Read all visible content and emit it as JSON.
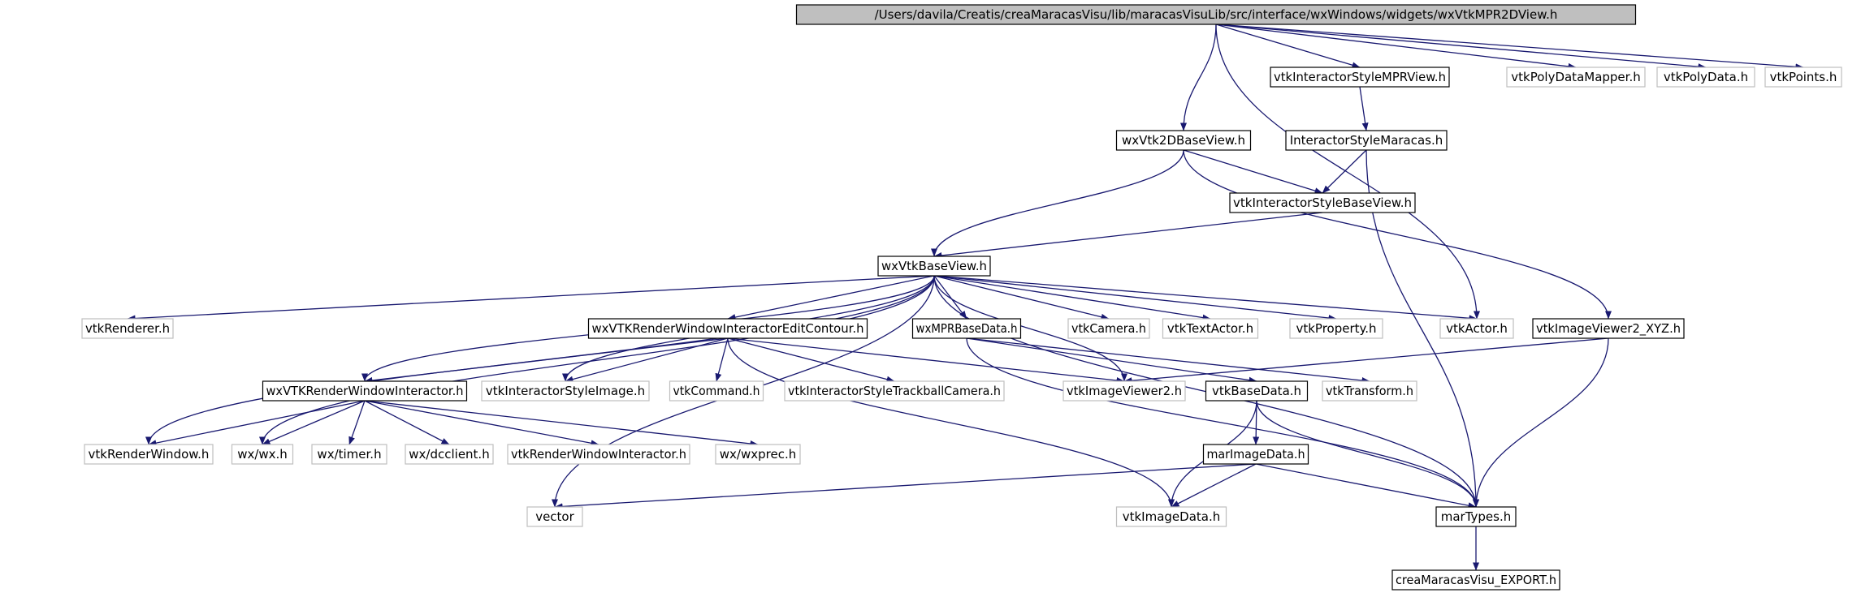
{
  "colors": {
    "edge": "#191970",
    "node_border": "#000000",
    "root_fill": "#bfbfbf",
    "missing_border": "#bfbfbf",
    "label": "#000000"
  },
  "nodes": [
    {
      "id": "root",
      "label": "/Users/davila/Creatis/creaMaracasVisu/lib/maracasVisuLib/src/interface/wxWindows/widgets/wxVtkMPR2DView.h",
      "kind": "root"
    },
    {
      "id": "vtkInteractorStyleMPRView",
      "label": "vtkInteractorStyleMPRView.h",
      "kind": "local"
    },
    {
      "id": "vtkPolyDataMapper",
      "label": "vtkPolyDataMapper.h",
      "kind": "missing"
    },
    {
      "id": "vtkPolyData",
      "label": "vtkPolyData.h",
      "kind": "missing"
    },
    {
      "id": "vtkPoints",
      "label": "vtkPoints.h",
      "kind": "missing"
    },
    {
      "id": "wxVtk2DBaseView",
      "label": "wxVtk2DBaseView.h",
      "kind": "local"
    },
    {
      "id": "InteractorStyleMaracas",
      "label": "InteractorStyleMaracas.h",
      "kind": "local"
    },
    {
      "id": "vtkInteractorStyleBaseView",
      "label": "vtkInteractorStyleBaseView.h",
      "kind": "local"
    },
    {
      "id": "wxVtkBaseView",
      "label": "wxVtkBaseView.h",
      "kind": "local"
    },
    {
      "id": "vtkRenderer",
      "label": "vtkRenderer.h",
      "kind": "missing"
    },
    {
      "id": "wxVTKRenderWindowInteractorEditContour",
      "label": "wxVTKRenderWindowInteractorEditContour.h",
      "kind": "local"
    },
    {
      "id": "wxMPRBaseData",
      "label": "wxMPRBaseData.h",
      "kind": "local"
    },
    {
      "id": "vtkCamera",
      "label": "vtkCamera.h",
      "kind": "missing"
    },
    {
      "id": "vtkTextActor",
      "label": "vtkTextActor.h",
      "kind": "missing"
    },
    {
      "id": "vtkProperty",
      "label": "vtkProperty.h",
      "kind": "missing"
    },
    {
      "id": "vtkActor",
      "label": "vtkActor.h",
      "kind": "missing"
    },
    {
      "id": "vtkImageViewer2_XYZ",
      "label": "vtkImageViewer2_XYZ.h",
      "kind": "local"
    },
    {
      "id": "wxVTKRenderWindowInteractor",
      "label": "wxVTKRenderWindowInteractor.h",
      "kind": "local"
    },
    {
      "id": "vtkInteractorStyleImage",
      "label": "vtkInteractorStyleImage.h",
      "kind": "missing"
    },
    {
      "id": "vtkCommand",
      "label": "vtkCommand.h",
      "kind": "missing"
    },
    {
      "id": "vtkInteractorStyleTrackballCamera",
      "label": "vtkInteractorStyleTrackballCamera.h",
      "kind": "missing"
    },
    {
      "id": "vtkImageViewer2",
      "label": "vtkImageViewer2.h",
      "kind": "missing"
    },
    {
      "id": "vtkBaseData",
      "label": "vtkBaseData.h",
      "kind": "local"
    },
    {
      "id": "vtkTransform",
      "label": "vtkTransform.h",
      "kind": "missing"
    },
    {
      "id": "vtkRenderWindow",
      "label": "vtkRenderWindow.h",
      "kind": "missing"
    },
    {
      "id": "wx_wx",
      "label": "wx/wx.h",
      "kind": "missing"
    },
    {
      "id": "wx_timer",
      "label": "wx/timer.h",
      "kind": "missing"
    },
    {
      "id": "wx_dcclient",
      "label": "wx/dcclient.h",
      "kind": "missing"
    },
    {
      "id": "vtkRenderWindowInteractor",
      "label": "vtkRenderWindowInteractor.h",
      "kind": "missing"
    },
    {
      "id": "wx_wxprec",
      "label": "wx/wxprec.h",
      "kind": "missing"
    },
    {
      "id": "marImageData",
      "label": "marImageData.h",
      "kind": "local"
    },
    {
      "id": "vector",
      "label": "vector",
      "kind": "missing"
    },
    {
      "id": "vtkImageData",
      "label": "vtkImageData.h",
      "kind": "missing"
    },
    {
      "id": "marTypes",
      "label": "marTypes.h",
      "kind": "local"
    },
    {
      "id": "creaMaracasVisu_EXPORT",
      "label": "creaMaracasVisu_EXPORT.h",
      "kind": "local"
    }
  ],
  "edges": [
    [
      "root",
      "wxVtk2DBaseView"
    ],
    [
      "root",
      "vtkInteractorStyleMPRView"
    ],
    [
      "root",
      "vtkActor"
    ],
    [
      "root",
      "vtkPolyDataMapper"
    ],
    [
      "root",
      "vtkPolyData"
    ],
    [
      "root",
      "vtkPoints"
    ],
    [
      "vtkInteractorStyleMPRView",
      "InteractorStyleMaracas"
    ],
    [
      "wxVtk2DBaseView",
      "wxVtkBaseView"
    ],
    [
      "wxVtk2DBaseView",
      "vtkInteractorStyleBaseView"
    ],
    [
      "wxVtk2DBaseView",
      "vtkImageViewer2_XYZ"
    ],
    [
      "InteractorStyleMaracas",
      "vtkInteractorStyleBaseView"
    ],
    [
      "InteractorStyleMaracas",
      "marTypes"
    ],
    [
      "vtkInteractorStyleBaseView",
      "wxVtkBaseView"
    ],
    [
      "wxVtkBaseView",
      "vtkRenderer"
    ],
    [
      "wxVtkBaseView",
      "wxVTKRenderWindowInteractorEditContour"
    ],
    [
      "wxVtkBaseView",
      "wxMPRBaseData"
    ],
    [
      "wxVtkBaseView",
      "vtkCamera"
    ],
    [
      "wxVtkBaseView",
      "vtkTextActor"
    ],
    [
      "wxVtkBaseView",
      "vtkProperty"
    ],
    [
      "wxVtkBaseView",
      "vtkActor"
    ],
    [
      "wxVtkBaseView",
      "marTypes"
    ],
    [
      "wxVtkBaseView",
      "wxVTKRenderWindowInteractor"
    ],
    [
      "wxVtkBaseView",
      "vtkInteractorStyleImage"
    ],
    [
      "wxVtkBaseView",
      "vtkImageViewer2"
    ],
    [
      "wxVtkBaseView",
      "vtkRenderWindow"
    ],
    [
      "wxVtkBaseView",
      "wx_wx"
    ],
    [
      "wxVtkBaseView",
      "vector"
    ],
    [
      "wxVTKRenderWindowInteractorEditContour",
      "wxVTKRenderWindowInteractor"
    ],
    [
      "wxVTKRenderWindowInteractorEditContour",
      "vtkInteractorStyleImage"
    ],
    [
      "wxVTKRenderWindowInteractorEditContour",
      "vtkCommand"
    ],
    [
      "wxVTKRenderWindowInteractorEditContour",
      "vtkInteractorStyleTrackballCamera"
    ],
    [
      "wxVTKRenderWindowInteractorEditContour",
      "vtkImageViewer2"
    ],
    [
      "wxVTKRenderWindowInteractorEditContour",
      "vtkImageData"
    ],
    [
      "wxMPRBaseData",
      "vtkBaseData"
    ],
    [
      "wxMPRBaseData",
      "vtkTransform"
    ],
    [
      "wxMPRBaseData",
      "marTypes"
    ],
    [
      "vtkImageViewer2_XYZ",
      "vtkImageViewer2"
    ],
    [
      "vtkImageViewer2_XYZ",
      "marTypes"
    ],
    [
      "wxVTKRenderWindowInteractor",
      "vtkRenderWindow"
    ],
    [
      "wxVTKRenderWindowInteractor",
      "wx_wx"
    ],
    [
      "wxVTKRenderWindowInteractor",
      "wx_timer"
    ],
    [
      "wxVTKRenderWindowInteractor",
      "wx_dcclient"
    ],
    [
      "wxVTKRenderWindowInteractor",
      "vtkRenderWindowInteractor"
    ],
    [
      "wxVTKRenderWindowInteractor",
      "wx_wxprec"
    ],
    [
      "vtkBaseData",
      "marImageData"
    ],
    [
      "vtkBaseData",
      "vtkImageData"
    ],
    [
      "vtkBaseData",
      "marTypes"
    ],
    [
      "marImageData",
      "vector"
    ],
    [
      "marImageData",
      "vtkImageData"
    ],
    [
      "marImageData",
      "marTypes"
    ],
    [
      "marTypes",
      "creaMaracasVisu_EXPORT"
    ]
  ]
}
